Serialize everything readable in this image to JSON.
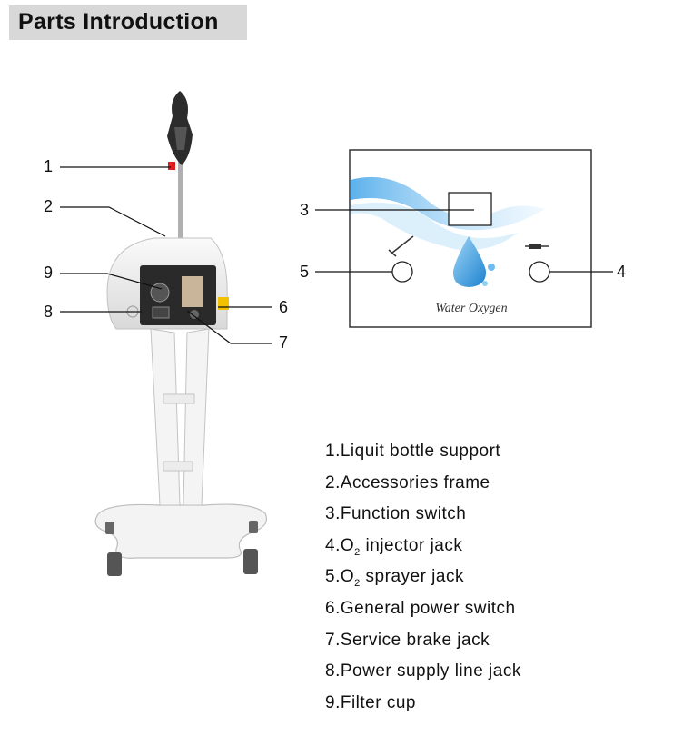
{
  "header": {
    "title": "Parts Introduction"
  },
  "callouts": {
    "c1": "1",
    "c2": "2",
    "c3": "3",
    "c4": "4",
    "c5": "5",
    "c6": "6",
    "c7": "7",
    "c8": "8",
    "c9": "9"
  },
  "panel": {
    "brand_text": "Water Oxygen"
  },
  "legend": {
    "items": [
      {
        "num": "1.",
        "text": "Liquit bottle support"
      },
      {
        "num": "2.",
        "text": "Accessories frame"
      },
      {
        "num": "3.",
        "text": "Function switch"
      },
      {
        "num": "4.",
        "pre": "O",
        "sub": "2",
        "post": " injector jack"
      },
      {
        "num": "5.",
        "pre": "O",
        "sub": "2",
        "post": " sprayer jack"
      },
      {
        "num": "6.",
        "text": "General power switch"
      },
      {
        "num": "7.",
        "text": "Service brake jack"
      },
      {
        "num": "8.",
        "text": "Power supply line jack"
      },
      {
        "num": "9.",
        "text": "Filter cup"
      }
    ]
  },
  "colors": {
    "accent_water": "#3b9fe0",
    "header_bg": "#d8d8d8",
    "warning_label": "#f2c200"
  }
}
